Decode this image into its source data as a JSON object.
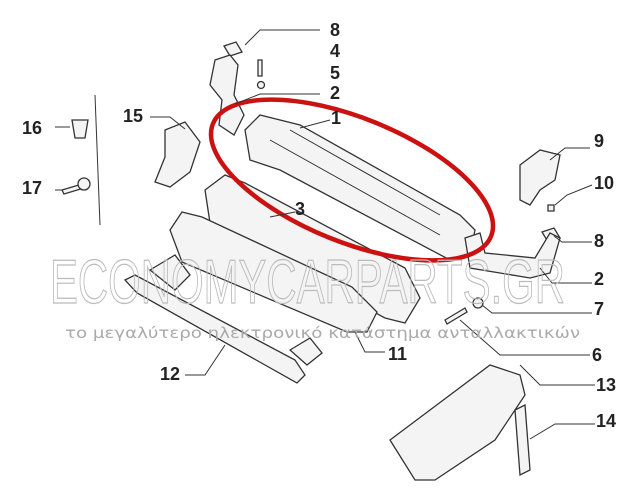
{
  "watermark": {
    "brand": "ECONOMYCARPARTS.GR",
    "tagline": "το μεγαλύτερο ηλεκτρονικό κατάστημα ανταλλακτικών"
  },
  "highlight_color": "#cc1111",
  "callouts": [
    "8",
    "4",
    "5",
    "2",
    "1",
    "16",
    "15",
    "17",
    "3",
    "9",
    "10",
    "8",
    "2",
    "7",
    "6",
    "11",
    "12",
    "13",
    "14"
  ]
}
